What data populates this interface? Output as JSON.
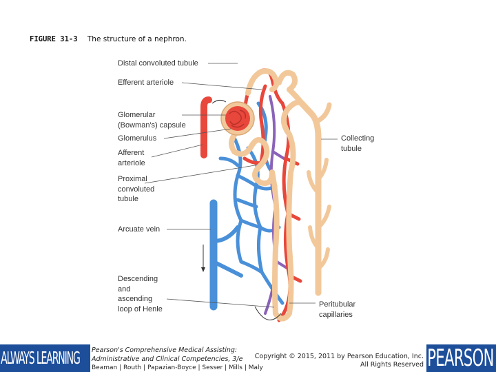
{
  "figure": {
    "number": "FIGURE 31-3",
    "caption": "The structure of a nephron."
  },
  "labels": {
    "distal": "Distal convoluted tubule",
    "efferent": "Efferent arteriole",
    "glomerular": "Glomerular\n(Bowman's) capsule",
    "glomerulus": "Glomerulus",
    "afferent": "Afferent\narteriole",
    "proximal": "Proximal\nconvoluted\ntubule",
    "arcuate": "Arcuate vein",
    "henle": "Descending\nand\nascending\nloop of Henle",
    "collecting": "Collecting\ntubule",
    "peritubular": "Peritubular\ncapillaries"
  },
  "colors": {
    "artery": "#e8473b",
    "vein": "#4a90d9",
    "tubule": "#f2c89a",
    "capillary": "#8a63b8",
    "brand": "#1d4e9a"
  },
  "footer": {
    "brand_left": "ALWAYS LEARNING",
    "book_title_1": "Pearson's Comprehensive Medical Assisting:",
    "book_title_2": "Administrative and Clinical Competencies, 3/e",
    "authors": "Beaman | Routh | Papazian-Boyce | Sesser | Mills | Maly",
    "copyright": "Copyright © 2015, 2011 by Pearson Education, Inc.",
    "rights": "All Rights Reserved",
    "brand_right": "PEARSON"
  }
}
